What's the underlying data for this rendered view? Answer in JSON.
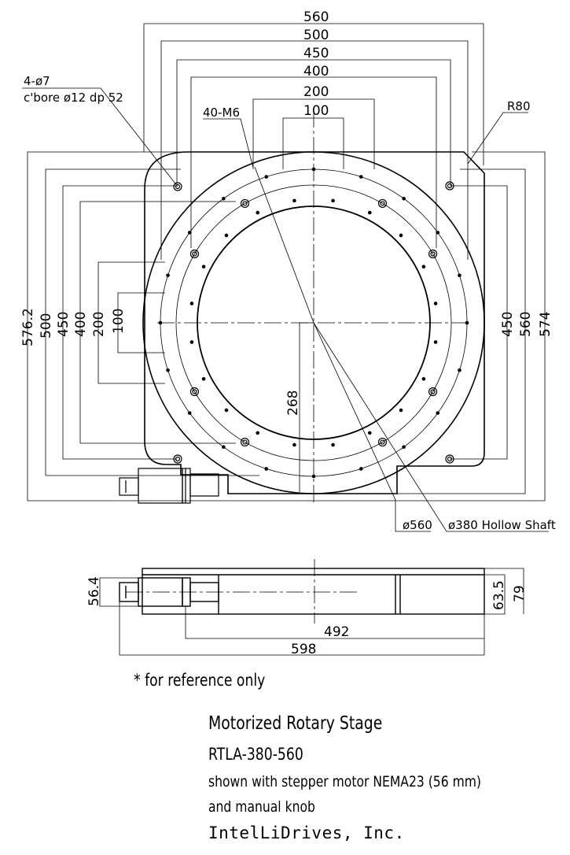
{
  "top_view": {
    "horizontal_dims": [
      "560",
      "500",
      "450",
      "400",
      "200",
      "100"
    ],
    "left_vertical_dims": [
      "576.2",
      "500",
      "450",
      "400",
      "200",
      "100"
    ],
    "right_vertical_dims": [
      "450",
      "560",
      "574"
    ],
    "center_offset": "268",
    "hole_note": "4-ø7",
    "counterbore_note": "c'bore ø12 dp 52",
    "thread_note": "40-M6",
    "corner_radius": "R80",
    "outer_dia": "ø560",
    "hollow_shaft": "ø380 Hollow Shaft"
  },
  "side_view": {
    "motor_height": "56.4",
    "heights": [
      "63.5",
      "79"
    ],
    "lengths": [
      "492",
      "598"
    ]
  },
  "notes": {
    "reference": "* for reference only",
    "title": "Motorized Rotary Stage",
    "model": "RTLA-380-560",
    "motor": "shown with stepper motor NEMA23 (56 mm)",
    "knob": "and manual knob",
    "company": "IntelLiDrives, Inc."
  }
}
